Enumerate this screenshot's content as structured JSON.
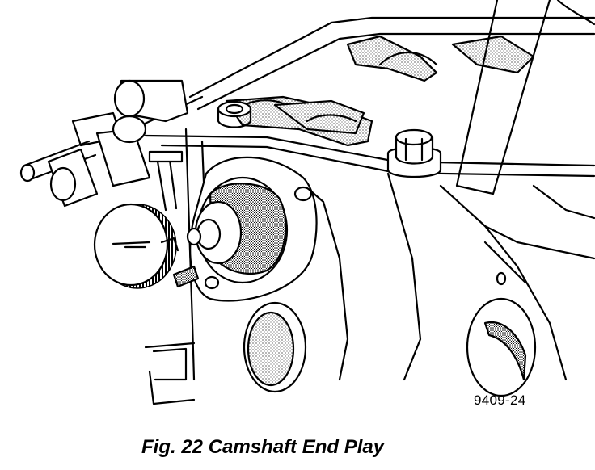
{
  "figure": {
    "number_label": "9409-24",
    "caption": "Fig. 22 Camshaft End Play"
  },
  "icons": {
    "illustration": "engine-head-dial-indicator-illustration",
    "dial_indicator": "dial-indicator-icon",
    "camshaft": "camshaft-icon"
  }
}
